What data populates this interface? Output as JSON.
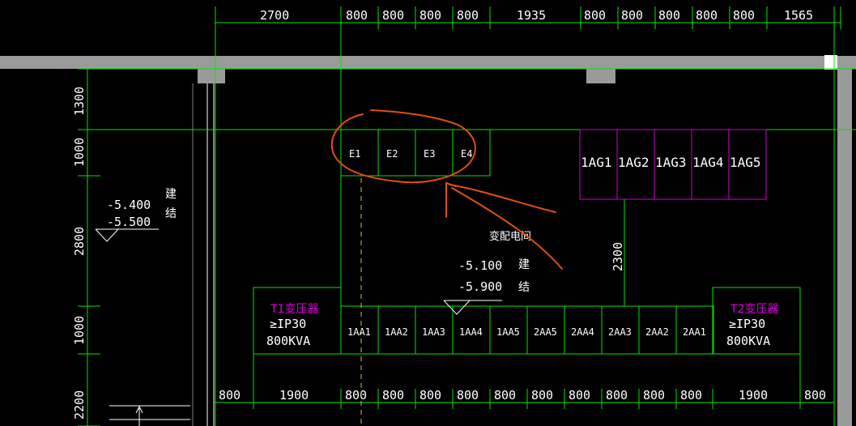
{
  "top_dims": [
    "2700",
    "800",
    "800",
    "800",
    "800",
    "1935",
    "800",
    "800",
    "800",
    "800",
    "800",
    "1565"
  ],
  "left_dims": [
    "1300",
    "1000",
    "2800",
    "1000",
    "2200"
  ],
  "bottom_dims": [
    "800",
    "1900",
    "800",
    "800",
    "800",
    "800",
    "800",
    "800",
    "800",
    "800",
    "800",
    "800",
    "1900",
    "800"
  ],
  "e_cells": [
    "E1",
    "E2",
    "E3",
    "E4"
  ],
  "ag_cells": [
    "1AG1",
    "1AG2",
    "1AG3",
    "1AG4",
    "1AG5"
  ],
  "aa_cells": [
    "1AA1",
    "1AA2",
    "1AA3",
    "1AA4",
    "1AA5",
    "2AA5",
    "2AA4",
    "2AA3",
    "2AA2",
    "2AA1"
  ],
  "vertical_dim": "2300",
  "transformer_left": {
    "name": "T1变压器",
    "ip": "≥IP30",
    "kva": "800KVA"
  },
  "transformer_right": {
    "name": "T2变压器",
    "ip": "≥IP30",
    "kva": "800KVA"
  },
  "room_label": "变配电间",
  "elevation_left": {
    "upper": "-5.400",
    "lower": "-5.500",
    "upper_tag": "建",
    "lower_tag": "结"
  },
  "elevation_center": {
    "upper": "-5.100",
    "lower": "-5.900",
    "upper_tag": "建",
    "lower_tag": "结"
  },
  "colors": {
    "background": "#000000",
    "green": "#00e600",
    "magenta": "#d000d0",
    "orange": "#e05010",
    "wall": "#9a9a9a",
    "dashed": "#e0c020"
  }
}
